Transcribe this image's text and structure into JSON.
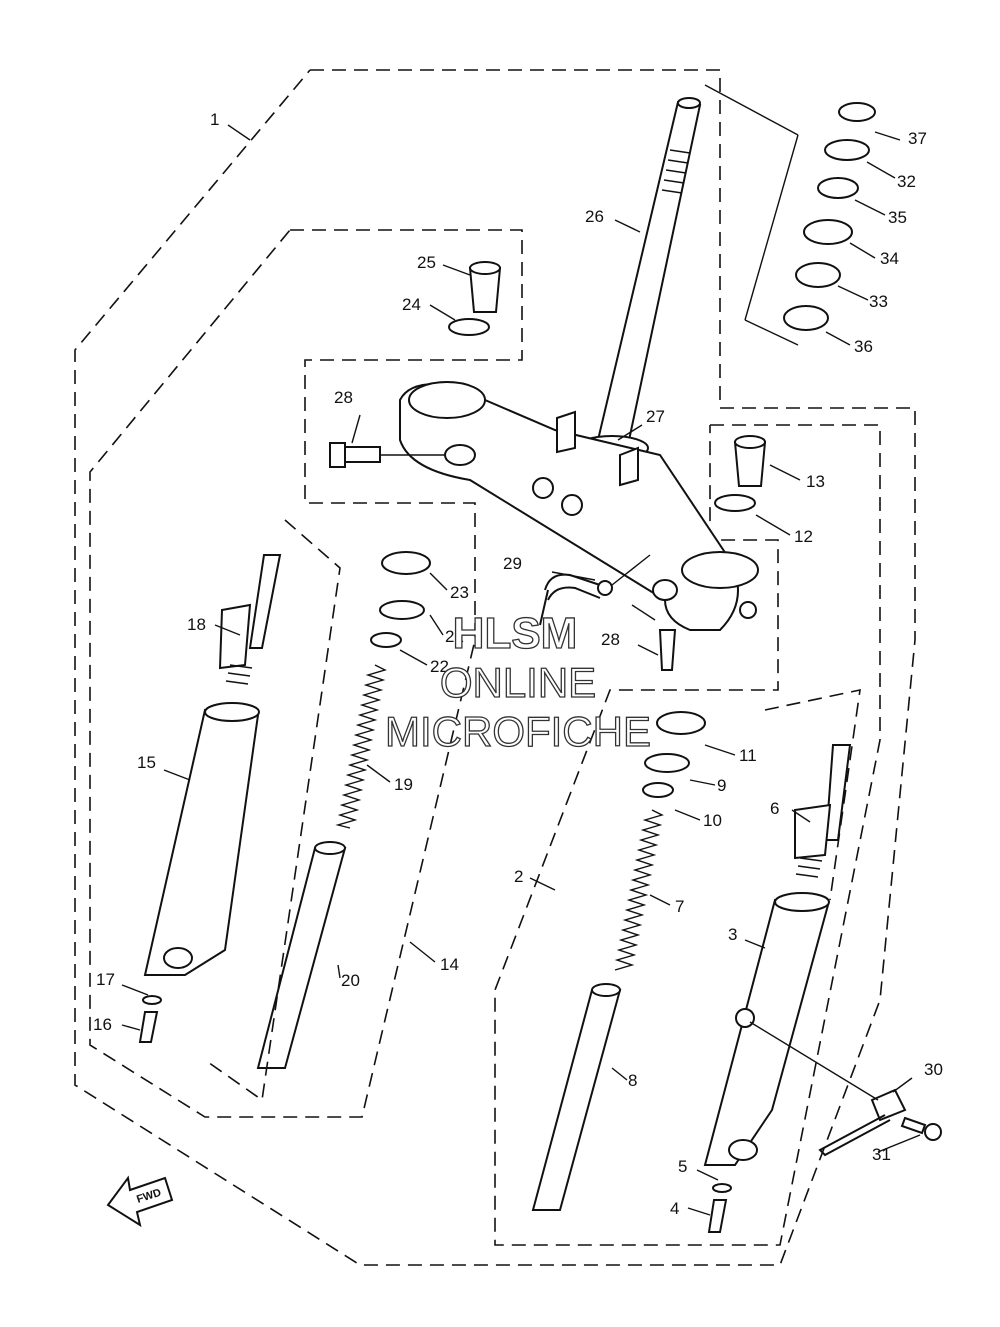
{
  "watermark": {
    "line1": "HLSM",
    "line2": "ONLINE",
    "line3": "MICROFICHE"
  },
  "direction_badge": "FWD",
  "callouts": [
    {
      "id": "c1",
      "label": "1"
    },
    {
      "id": "c2",
      "label": "2"
    },
    {
      "id": "c3",
      "label": "3"
    },
    {
      "id": "c4",
      "label": "4"
    },
    {
      "id": "c5",
      "label": "5"
    },
    {
      "id": "c6",
      "label": "6"
    },
    {
      "id": "c7",
      "label": "7"
    },
    {
      "id": "c8",
      "label": "8"
    },
    {
      "id": "c9",
      "label": "9"
    },
    {
      "id": "c10",
      "label": "10"
    },
    {
      "id": "c11",
      "label": "11"
    },
    {
      "id": "c12",
      "label": "12"
    },
    {
      "id": "c13",
      "label": "13"
    },
    {
      "id": "c14",
      "label": "14"
    },
    {
      "id": "c15",
      "label": "15"
    },
    {
      "id": "c16",
      "label": "16"
    },
    {
      "id": "c17",
      "label": "17"
    },
    {
      "id": "c18",
      "label": "18"
    },
    {
      "id": "c19",
      "label": "19"
    },
    {
      "id": "c20",
      "label": "20"
    },
    {
      "id": "c21",
      "label": "21"
    },
    {
      "id": "c22",
      "label": "22"
    },
    {
      "id": "c23",
      "label": "23"
    },
    {
      "id": "c24",
      "label": "24"
    },
    {
      "id": "c25",
      "label": "25"
    },
    {
      "id": "c26",
      "label": "26"
    },
    {
      "id": "c27",
      "label": "27"
    },
    {
      "id": "c28a",
      "label": "28"
    },
    {
      "id": "c28b",
      "label": "28"
    },
    {
      "id": "c29",
      "label": "29"
    },
    {
      "id": "c30",
      "label": "30"
    },
    {
      "id": "c31",
      "label": "31"
    },
    {
      "id": "c32",
      "label": "32"
    },
    {
      "id": "c33",
      "label": "33"
    },
    {
      "id": "c34",
      "label": "34"
    },
    {
      "id": "c35",
      "label": "35"
    },
    {
      "id": "c36",
      "label": "36"
    },
    {
      "id": "c37",
      "label": "37"
    }
  ]
}
